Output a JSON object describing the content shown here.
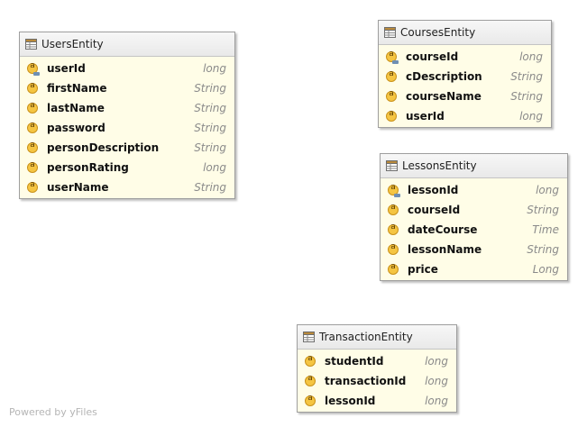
{
  "entities": [
    {
      "name": "UsersEntity",
      "fields": [
        {
          "name": "userId",
          "type": "long",
          "key": true
        },
        {
          "name": "firstName",
          "type": "String",
          "key": false
        },
        {
          "name": "lastName",
          "type": "String",
          "key": false
        },
        {
          "name": "password",
          "type": "String",
          "key": false
        },
        {
          "name": "personDescription",
          "type": "String",
          "key": false
        },
        {
          "name": "personRating",
          "type": "long",
          "key": false
        },
        {
          "name": "userName",
          "type": "String",
          "key": false
        }
      ]
    },
    {
      "name": "CoursesEntity",
      "fields": [
        {
          "name": "courseId",
          "type": "long",
          "key": true
        },
        {
          "name": "cDescription",
          "type": "String",
          "key": false
        },
        {
          "name": "courseName",
          "type": "String",
          "key": false
        },
        {
          "name": "userId",
          "type": "long",
          "key": false
        }
      ]
    },
    {
      "name": "LessonsEntity",
      "fields": [
        {
          "name": "lessonId",
          "type": "long",
          "key": true
        },
        {
          "name": "courseId",
          "type": "String",
          "key": false
        },
        {
          "name": "dateCourse",
          "type": "Time",
          "key": false
        },
        {
          "name": "lessonName",
          "type": "String",
          "key": false
        },
        {
          "name": "price",
          "type": "Long",
          "key": false
        }
      ]
    },
    {
      "name": "TransactionEntity",
      "fields": [
        {
          "name": "studentId",
          "type": "long",
          "key": false
        },
        {
          "name": "transactionId",
          "type": "long",
          "key": false
        },
        {
          "name": "lessonId",
          "type": "long",
          "key": false
        }
      ]
    }
  ],
  "watermark": "Powered by yFiles",
  "icons": {
    "table": "table-icon",
    "field": "field-icon",
    "key": "key-field-icon"
  },
  "colors": {
    "entity_bg": "#fffde7",
    "header_bg": "#ececec",
    "field_icon": "#f5c542",
    "type_text": "#8a8a8a"
  }
}
